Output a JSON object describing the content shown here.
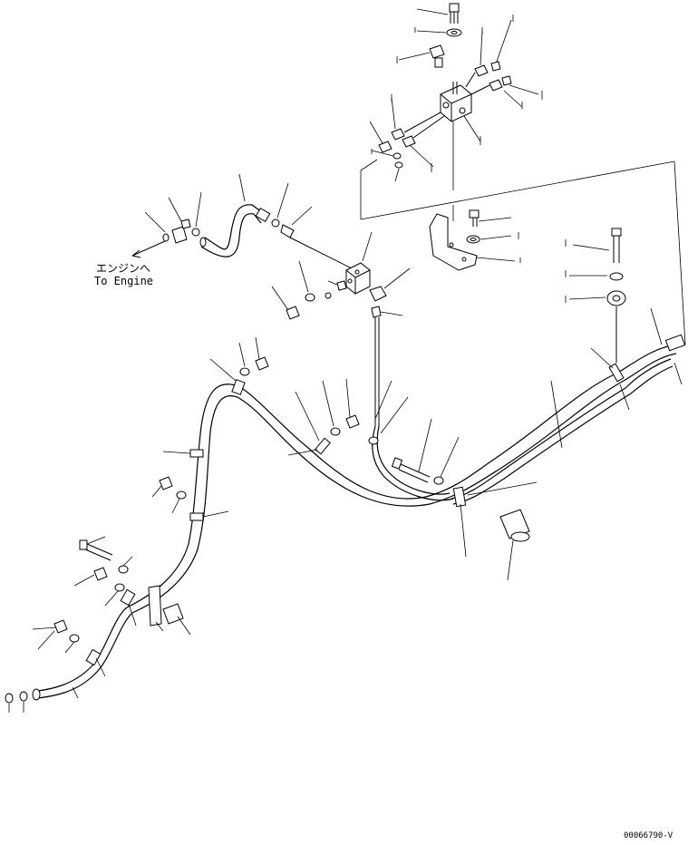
{
  "callouts": {
    "engine_ja": "エンジンへ",
    "engine_en": "To Engine"
  },
  "drawing_number": "00066790-V"
}
